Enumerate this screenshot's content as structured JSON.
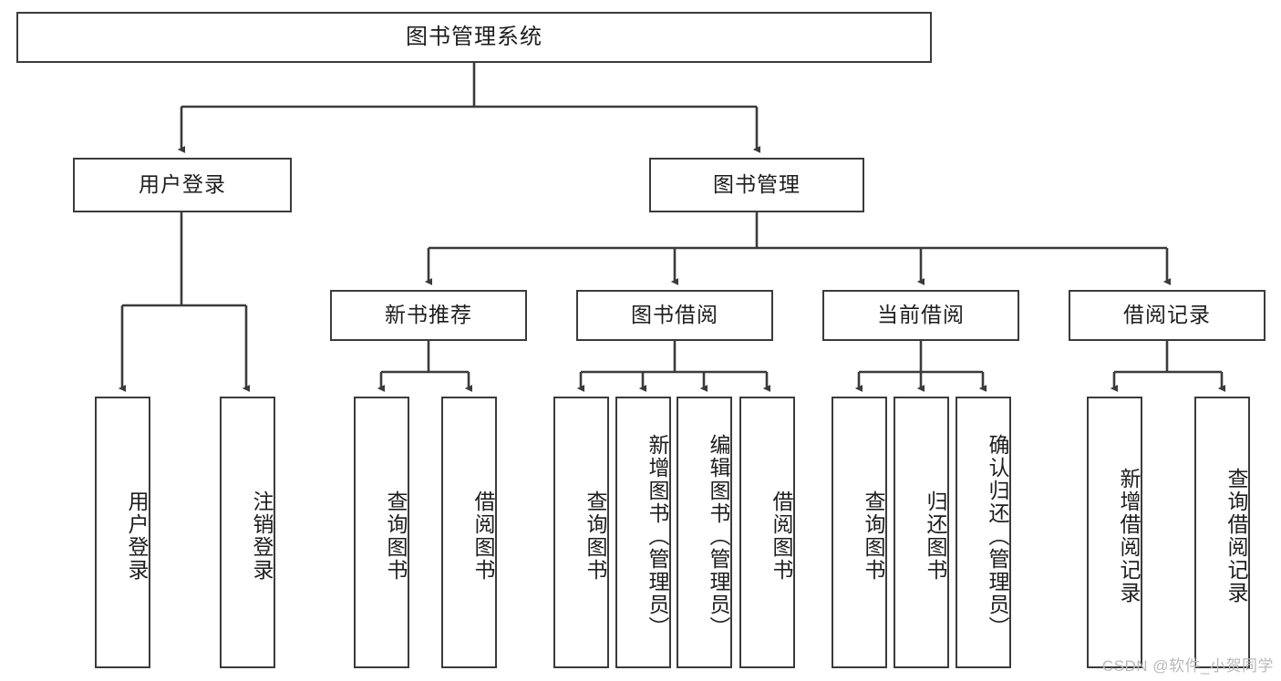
{
  "diagram": {
    "title": "图书管理系统",
    "type": "function-hierarchy-tree",
    "colors": {
      "background": "#ffffff",
      "border": "#3b3b3b",
      "text": "#1d1d1d",
      "watermark": "#b9b9b9"
    },
    "root": {
      "id": "root",
      "label": "图书管理系统"
    },
    "level2": [
      {
        "id": "user-login",
        "label": "用户登录"
      },
      {
        "id": "book-manage",
        "label": "图书管理"
      }
    ],
    "level3": [
      {
        "id": "new-book-recommend",
        "label": "新书推荐"
      },
      {
        "id": "book-borrow",
        "label": "图书借阅"
      },
      {
        "id": "current-borrow",
        "label": "当前借阅"
      },
      {
        "id": "borrow-record",
        "label": "借阅记录"
      }
    ],
    "leaves": [
      {
        "id": "leaf-user-login",
        "parent": "user-login",
        "label": "用户登录"
      },
      {
        "id": "leaf-logout-login",
        "parent": "user-login",
        "label": "注销登录"
      },
      {
        "id": "leaf-query-book-1",
        "parent": "new-book-recommend",
        "label": "查询图书"
      },
      {
        "id": "leaf-borrow-book-1",
        "parent": "new-book-recommend",
        "label": "借阅图书"
      },
      {
        "id": "leaf-query-book-2",
        "parent": "book-borrow",
        "label": "查询图书"
      },
      {
        "id": "leaf-add-book",
        "parent": "book-borrow",
        "label": "新增图书（管理员）"
      },
      {
        "id": "leaf-edit-book",
        "parent": "book-borrow",
        "label": "编辑图书（管理员）"
      },
      {
        "id": "leaf-borrow-book-2",
        "parent": "book-borrow",
        "label": "借阅图书"
      },
      {
        "id": "leaf-query-book-3",
        "parent": "current-borrow",
        "label": "查询图书"
      },
      {
        "id": "leaf-return-book",
        "parent": "current-borrow",
        "label": "归还图书"
      },
      {
        "id": "leaf-confirm-return",
        "parent": "current-borrow",
        "label": "确认归还（管理员）"
      },
      {
        "id": "leaf-add-record",
        "parent": "borrow-record",
        "label": "新增借阅记录"
      },
      {
        "id": "leaf-query-record",
        "parent": "borrow-record",
        "label": "查询借阅记录"
      }
    ],
    "watermark": "CSDN @软件_小贺同学"
  }
}
